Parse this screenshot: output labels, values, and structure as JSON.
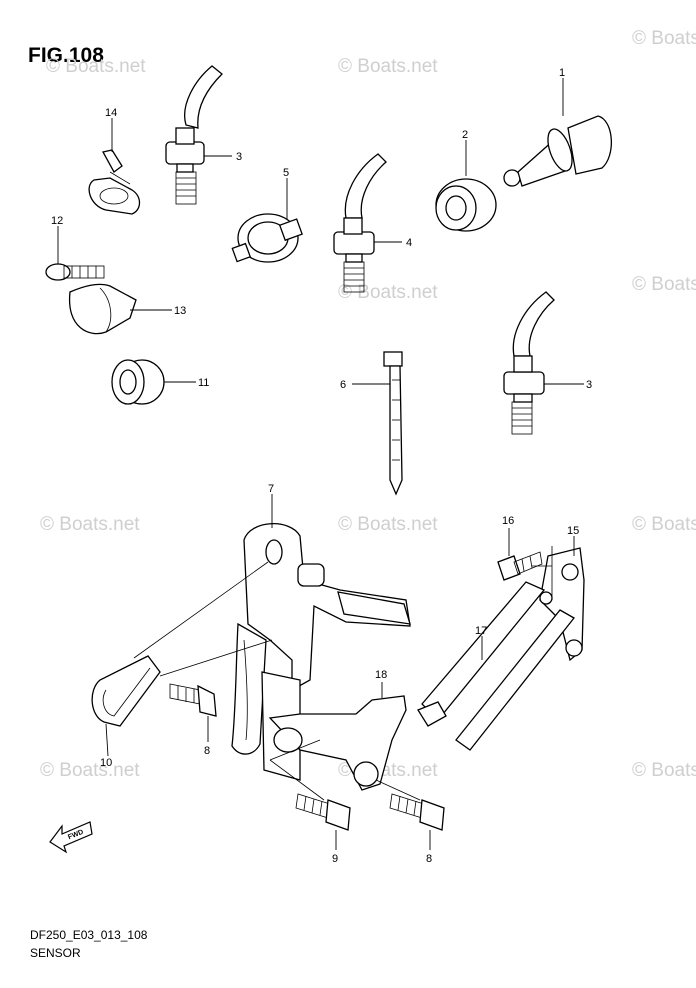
{
  "figure": {
    "title": "FIG.108",
    "footer_code": "DF250_E03_013_108",
    "footer_name": "SENSOR",
    "watermark": "© Boats.net",
    "fwd_label": "FWD"
  },
  "callouts": {
    "c1": "1",
    "c2": "2",
    "c3a": "3",
    "c3b": "3",
    "c4": "4",
    "c5": "5",
    "c6": "6",
    "c7": "7",
    "c8a": "8",
    "c8b": "8",
    "c9": "9",
    "c10": "10",
    "c11": "11",
    "c12": "12",
    "c13": "13",
    "c14": "14",
    "c15": "15",
    "c16": "16",
    "c17": "17",
    "c18": "18"
  },
  "colors": {
    "line": "#000000",
    "watermark": "#cfcfcf",
    "background": "#ffffff"
  }
}
